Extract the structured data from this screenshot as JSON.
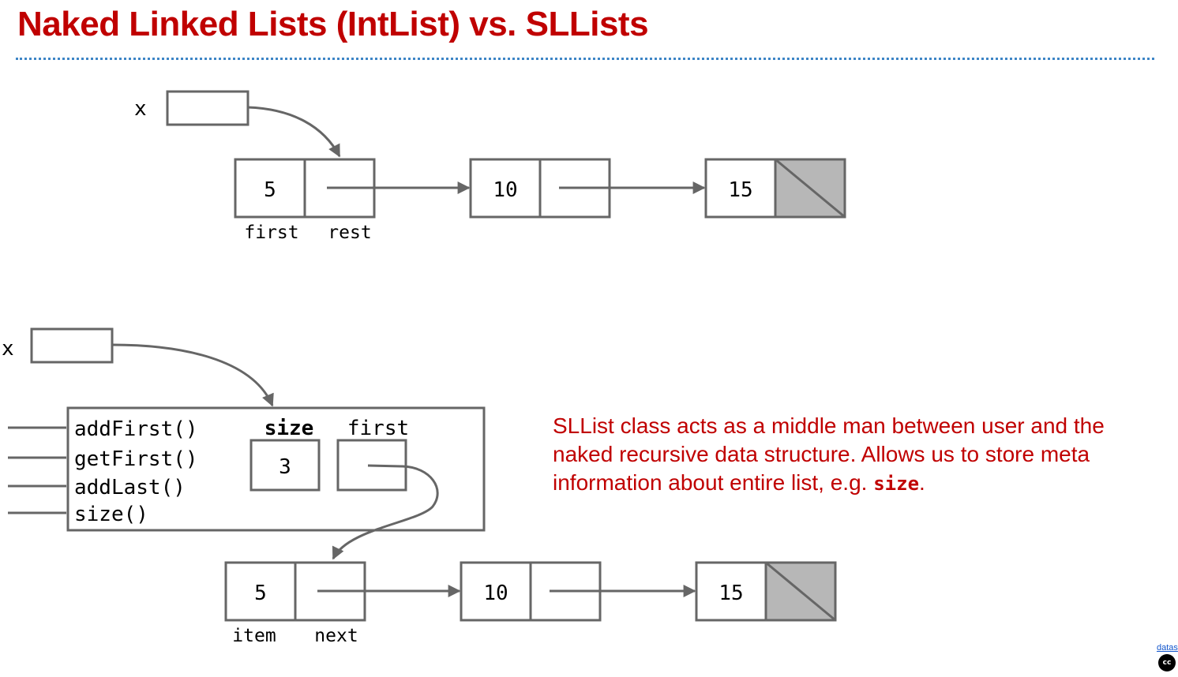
{
  "title": "Naked Linked Lists (IntList) vs. SLLists",
  "top": {
    "var": "x",
    "nodes": [
      "5",
      "10",
      "15"
    ],
    "field_labels": [
      "first",
      "rest"
    ]
  },
  "bottom": {
    "var": "x",
    "methods": [
      "addFirst()",
      "getFirst()",
      "addLast()",
      "size()"
    ],
    "size_label": "size",
    "size_value": "3",
    "first_label": "first",
    "nodes": [
      "5",
      "10",
      "15"
    ],
    "field_labels": [
      "item",
      "next"
    ]
  },
  "note": {
    "line1": "SLList class acts as a middle man between user and the",
    "line2": "naked recursive data structure. Allows us to store meta",
    "line3_prefix": "information about entire list, e.g. ",
    "line3_code": "size",
    "line3_suffix": "."
  },
  "license": {
    "link": "datas",
    "icon": "cc-icon",
    "icon_text": "cc"
  },
  "colors": {
    "title": "#c00000",
    "divider": "#3d85c6",
    "stroke": "#666666",
    "null_fill": "#b7b7b7"
  }
}
